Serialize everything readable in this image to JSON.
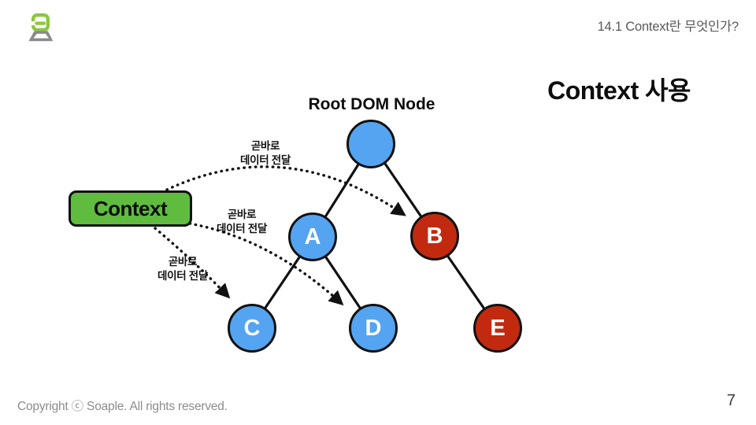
{
  "header": {
    "section_label": "14.1 Context란 무엇인가?"
  },
  "slide": {
    "title": "Context 사용",
    "page_number": "7"
  },
  "diagram": {
    "root_caption": "Root DOM Node",
    "context_box_label": "Context",
    "nodes": {
      "root": "",
      "a": "A",
      "b": "B",
      "c": "C",
      "d": "D",
      "e": "E"
    },
    "arrow_labels": {
      "to_b": "곧바로\n데이터 전달",
      "to_d": "곧바로\n데이터 전달",
      "to_c": "곧바로\n데이터 전달"
    },
    "colors": {
      "node_blue": "#54A4F1",
      "node_red": "#C22A10",
      "context_green": "#5FBC3F",
      "logo_green": "#8CC63F",
      "logo_gray": "#8a8a8a",
      "line": "#111111"
    }
  },
  "footer": {
    "copyright": "Copyright ⓒ Soaple. All rights reserved."
  }
}
